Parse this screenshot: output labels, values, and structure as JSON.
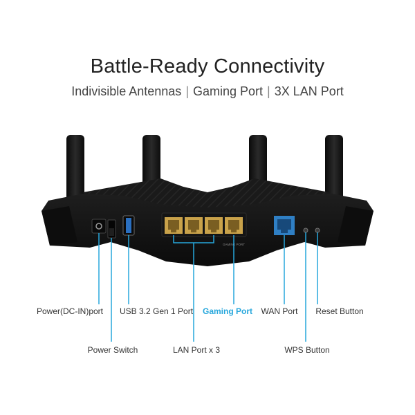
{
  "headline": "Battle-Ready Connectivity",
  "subheadline": {
    "part1": "Indivisible Antennas",
    "separator": "|",
    "part2": "Gaming Port",
    "part3": "3X LAN Port"
  },
  "router": {
    "gaming_port_engraving": "GAMING PORT"
  },
  "callouts": {
    "power_dc_in": "Power(DC-IN)port",
    "power_switch": "Power Switch",
    "usb": "USB 3.2 Gen 1 Port",
    "gaming_port": "Gaming Port",
    "lan_ports": "LAN Port x 3",
    "wan_port": "WAN Port",
    "wps_button": "WPS Button",
    "reset_button": "Reset Button"
  },
  "colors": {
    "accent_blue": "#27a7dc",
    "lan_port_gold": "#c9a24a",
    "wan_port_blue": "#2f7fc4",
    "router_body": "#151515"
  }
}
